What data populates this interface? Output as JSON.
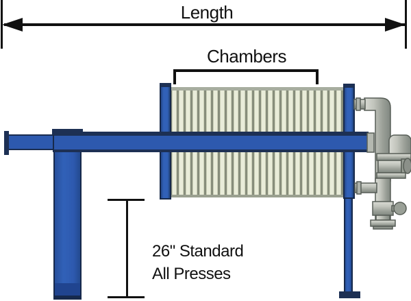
{
  "diagram": {
    "labels": {
      "length": "Length",
      "chambers": "Chambers",
      "height_line1": "26\" Standard",
      "height_line2": "All Presses"
    },
    "colors": {
      "frame_blue": "#2d59ae",
      "frame_outline_navy": "#1b2d4f",
      "plate_cream": "#e9ecd9",
      "plate_stripe_gray": "#878d7b",
      "pipe_gray": "#b2b6ae",
      "annotation_black": "#111111",
      "background_white": "#ffffff"
    }
  }
}
